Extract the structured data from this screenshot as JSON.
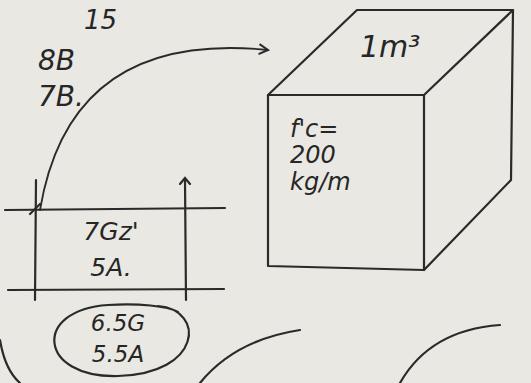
{
  "diagram": {
    "nodes": [
      {
        "text": [
          "1m³",
          "f'c= 200 kg/m"
        ]
      },
      {
        "text": [
          "7Gz'",
          "5A."
        ]
      },
      {
        "text": [
          "6.5G",
          "5.5A"
        ]
      }
    ],
    "edges": [
      {
        "from": 1,
        "to": 0,
        "arrow": "to"
      }
    ],
    "labels": [
      "15",
      "8B",
      "7B."
    ]
  }
}
